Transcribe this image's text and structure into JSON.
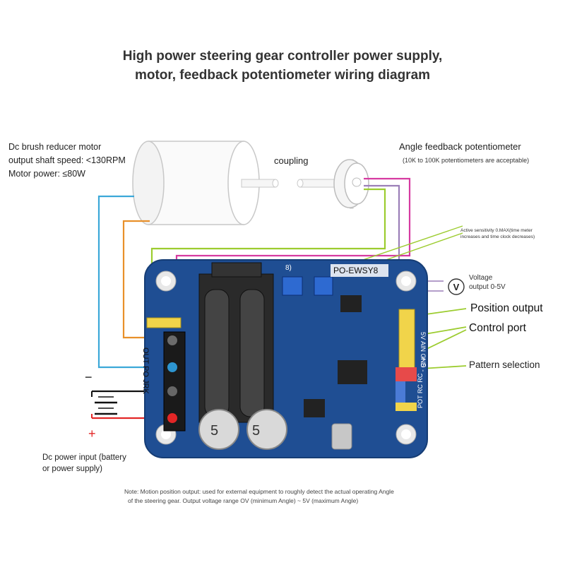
{
  "title": {
    "line1": "High power steering gear controller power supply,",
    "line2": "motor, feedback potentiometer wiring diagram"
  },
  "motor": {
    "line1": "Dc brush reducer motor",
    "line2": "output shaft speed: <130RPM",
    "line3": "Motor power: ≤80W"
  },
  "coupling_label": "coupling",
  "potentiometer": {
    "label": "Angle feedback potentiometer",
    "note": "(10K to 100K potentiometers are acceptable)"
  },
  "sensitivity_note": {
    "line1": "Active sensitivity 0.MAX(time meter",
    "line2": "increases and time clock decreases)"
  },
  "voltage": {
    "symbol": "V",
    "line1": "Voltage",
    "line2": "output 0-5V"
  },
  "ports": {
    "position_output": "Position output",
    "control_port": "Control port",
    "pattern_selection": "Pattern selection"
  },
  "power": {
    "minus": "−",
    "plus": "+",
    "line1": "Dc power input (battery",
    "line2": "or power supply)"
  },
  "board": {
    "model": "PO-EWSY8",
    "trim_label": "8)",
    "side_label": "OUT PO JRK",
    "cap_mark": "5",
    "header_labels": "5V AIN GND",
    "header_marks": "+ S -",
    "mode_labels": "POT RC RC"
  },
  "footnote": {
    "line1": "Note: Motion position output: used for external equipment to roughly detect the actual operating Angle",
    "line2": "of the steering gear. Output voltage range OV (minimum Angle) ~ 5V (maximum Angle)"
  },
  "colors": {
    "board": "#1f4e93",
    "wire_cyan": "#3ba8d8",
    "wire_orange": "#e8902a",
    "wire_green": "#9ccc2f",
    "wire_purple": "#9b7fb8",
    "wire_magenta": "#d63aa0",
    "wire_red": "#e32626",
    "wire_black": "#111111"
  }
}
